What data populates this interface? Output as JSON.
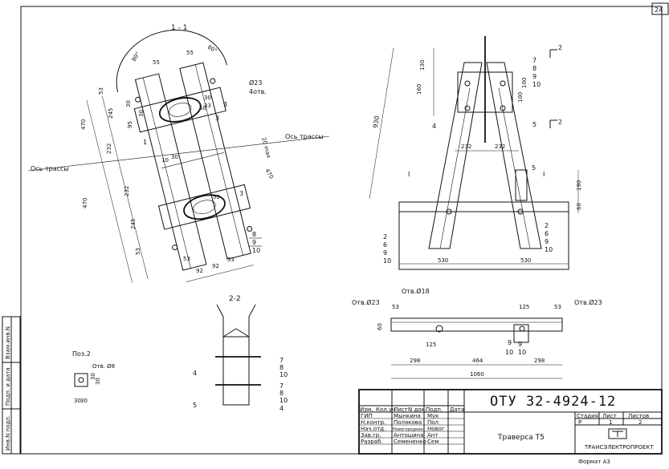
{
  "sheet": {
    "number": "24",
    "format": "Формат А3"
  },
  "sections": {
    "s11": "1 - 1",
    "s22": "2-2",
    "marker1": "I",
    "marker2": "2"
  },
  "plan": {
    "axis_label_top": "Ось трассы",
    "axis_label_left": "Ось трассы",
    "hole_note_1": "Ø23",
    "hole_note_2": "4отв.",
    "dims": [
      "55",
      "55",
      "80°",
      "80°",
      "53",
      "245",
      "30",
      "95",
      "30",
      "470",
      "232",
      "30",
      "10",
      "232",
      "470",
      "245",
      "53",
      "53",
      "92",
      "92",
      "53",
      "33",
      "50",
      "470",
      "20 max",
      "30",
      "50"
    ],
    "callouts": [
      "1",
      "3",
      "3",
      "3",
      "8",
      "9",
      "10"
    ]
  },
  "elevation": {
    "overall": "930",
    "dims_left": [
      "130",
      "160"
    ],
    "dims_inner": [
      "100",
      "100"
    ],
    "dims_mid": [
      "232",
      "232"
    ],
    "dims_bottom": [
      "530",
      "530"
    ],
    "dims_right": [
      "190",
      "60"
    ],
    "callouts_top": [
      "7",
      "8",
      "9",
      "10"
    ],
    "callouts_left": [
      "4",
      "5"
    ],
    "callouts_bottom": [
      "2",
      "6",
      "9",
      "10"
    ],
    "callouts_bottom_right": [
      "2",
      "6",
      "9",
      "10"
    ],
    "callout_5": "5"
  },
  "beam": {
    "hole_left": "Отв.Ø23",
    "hole_mid": "Отв.Ø18",
    "hole_right": "Отв.Ø23",
    "dims": [
      "53",
      "125",
      "53",
      "60",
      "125",
      "298",
      "464",
      "298",
      "1060"
    ],
    "callouts": [
      "9",
      "10",
      "9",
      "10"
    ]
  },
  "section22": {
    "callouts": [
      "7",
      "8",
      "10",
      "4",
      "7",
      "8",
      "10",
      "4",
      "5"
    ]
  },
  "pos2": {
    "title": "Поз.2",
    "hole": "Отв. Ø8",
    "dims": [
      "30",
      "30",
      "30",
      "30"
    ]
  },
  "side_stamp": [
    "Инв.N подл.",
    "Подп. и дата",
    "Взам.инв.N"
  ],
  "title_block": {
    "code": "ОТУ 32-4924-12",
    "name": "Траверса Т5",
    "org": "ТРАНСЭЛЕКТРОПРОЕКТ",
    "header": [
      "Изм.",
      "Кол.уч",
      "Лист",
      "N док.",
      "Подп.",
      "Дата"
    ],
    "roles": [
      {
        "role": "ГИП",
        "name": "Мынкина",
        "sign": "Мук"
      },
      {
        "role": "Н.контр.",
        "name": "Полякова",
        "sign": "Пол"
      },
      {
        "role": "Нач.отд.",
        "name": "Новогородкин",
        "sign": "Новог"
      },
      {
        "role": "Зав.гр.",
        "name": "Антошина",
        "sign": "Ант"
      },
      {
        "role": "Разраб.",
        "name": "Семененко",
        "sign": "Сем"
      }
    ],
    "stage_header": [
      "Стадия",
      "Лист",
      "Листов"
    ],
    "stage_values": [
      "Р",
      "1",
      "2"
    ]
  }
}
